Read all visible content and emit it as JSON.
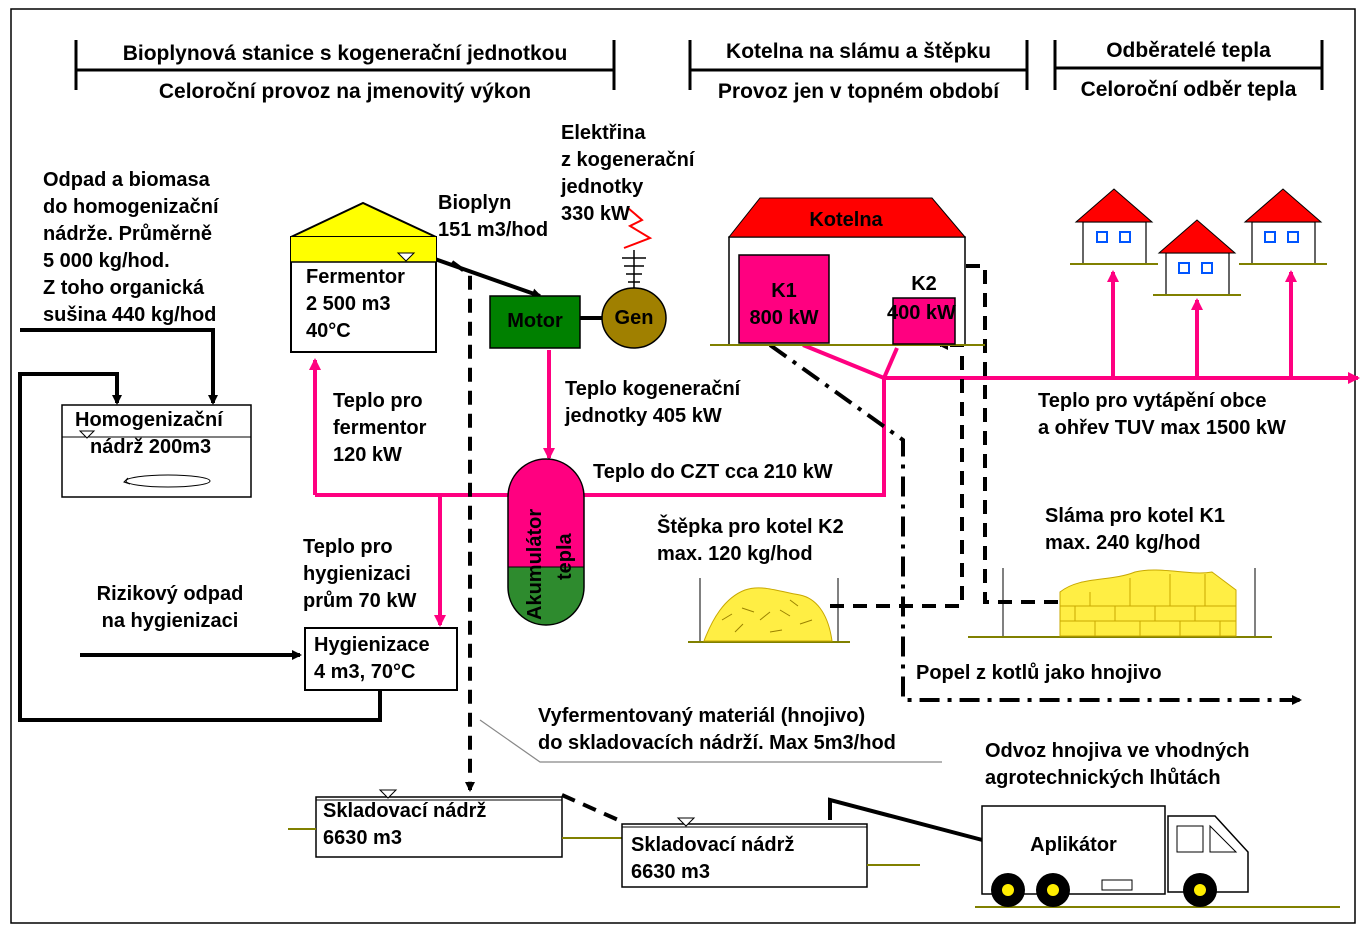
{
  "headers": {
    "biogas_title": "Bioplynová stanice s kogenerační jednotkou",
    "biogas_sub": "Celoroční provoz na jmenovitý výkon",
    "boiler_title": "Kotelna na slámu a štěpku",
    "boiler_sub": "Provoz jen v topném období",
    "consumers_title": "Odběratelé tepla",
    "consumers_sub": "Celoroční odběr tepla"
  },
  "labels": {
    "input_l1": "Odpad a biomasa",
    "input_l2": "do homogenizační",
    "input_l3": "nádrže. Průměrně",
    "input_l4": "5 000 kg/hod.",
    "input_l5": "Z toho organická",
    "input_l6": "sušina 440 kg/hod",
    "biogas_l1": "Bioplyn",
    "biogas_l2": "151 m3/hod",
    "elec_l1": "Elektřina",
    "elec_l2": "z kogenerační",
    "elec_l3": "jednotky",
    "elec_l4": "330 kW",
    "fermentor_l1": "Fermentor",
    "fermentor_l2": "2 500 m3",
    "fermentor_l3": "40°C",
    "motor": "Motor",
    "gen": "Gen",
    "homog_l1": "Homogenizační",
    "homog_l2": "nádrž 200m3",
    "heat_ferm_l1": "Teplo pro",
    "heat_ferm_l2": "fermentor",
    "heat_ferm_l3": "120 kW",
    "heat_cog_l1": "Teplo kogenerační",
    "heat_cog_l2": "jednotky 405 kW",
    "heat_czt": "Teplo do CZT cca 210 kW",
    "accum_l1": "Akumulátor",
    "accum_l2": "tepla",
    "heat_hyg_l1": "Teplo pro",
    "heat_hyg_l2": "hygienizaci",
    "heat_hyg_l3": "prům 70 kW",
    "risk_l1": "Rizikový odpad",
    "risk_l2": "na hygienizaci",
    "hyg_l1": "Hygienizace",
    "hyg_l2": "4 m3, 70°C",
    "kotelna": "Kotelna",
    "k1_l1": "K1",
    "k1_l2": "800 kW",
    "k2_l1": "K2",
    "k2_l2": "400 kW",
    "village_l1": "Teplo pro vytápění obce",
    "village_l2": "a ohřev TUV max 1500 kW",
    "chips_l1": "Štěpka pro kotel K2",
    "chips_l2": "max. 120 kg/hod",
    "straw_l1": "Sláma pro kotel K1",
    "straw_l2": "max. 240 kg/hod",
    "ash": "Popel z kotlů jako hnojivo",
    "digestate_l1": "Vyfermentovaný materiál (hnojivo)",
    "digestate_l2": "do skladovacích nádrží. Max 5m3/hod",
    "transport_l1": "Odvoz hnojiva ve vhodných",
    "transport_l2": "agrotechnických lhůtách",
    "storage1_l1": "Skladovací nádrž",
    "storage1_l2": "6630 m3",
    "storage2_l1": "Skladovací nádrž",
    "storage2_l2": "6630 m3",
    "applicator": "Aplikátor"
  },
  "colors": {
    "heat": "#ff0080",
    "roof_red": "#ff0000",
    "fermentor_yellow": "#ffff00",
    "motor_green": "#008000",
    "gen_olive": "#a08000",
    "straw_yellow": "#ffee44",
    "wheel_yellow": "#ffee00"
  }
}
